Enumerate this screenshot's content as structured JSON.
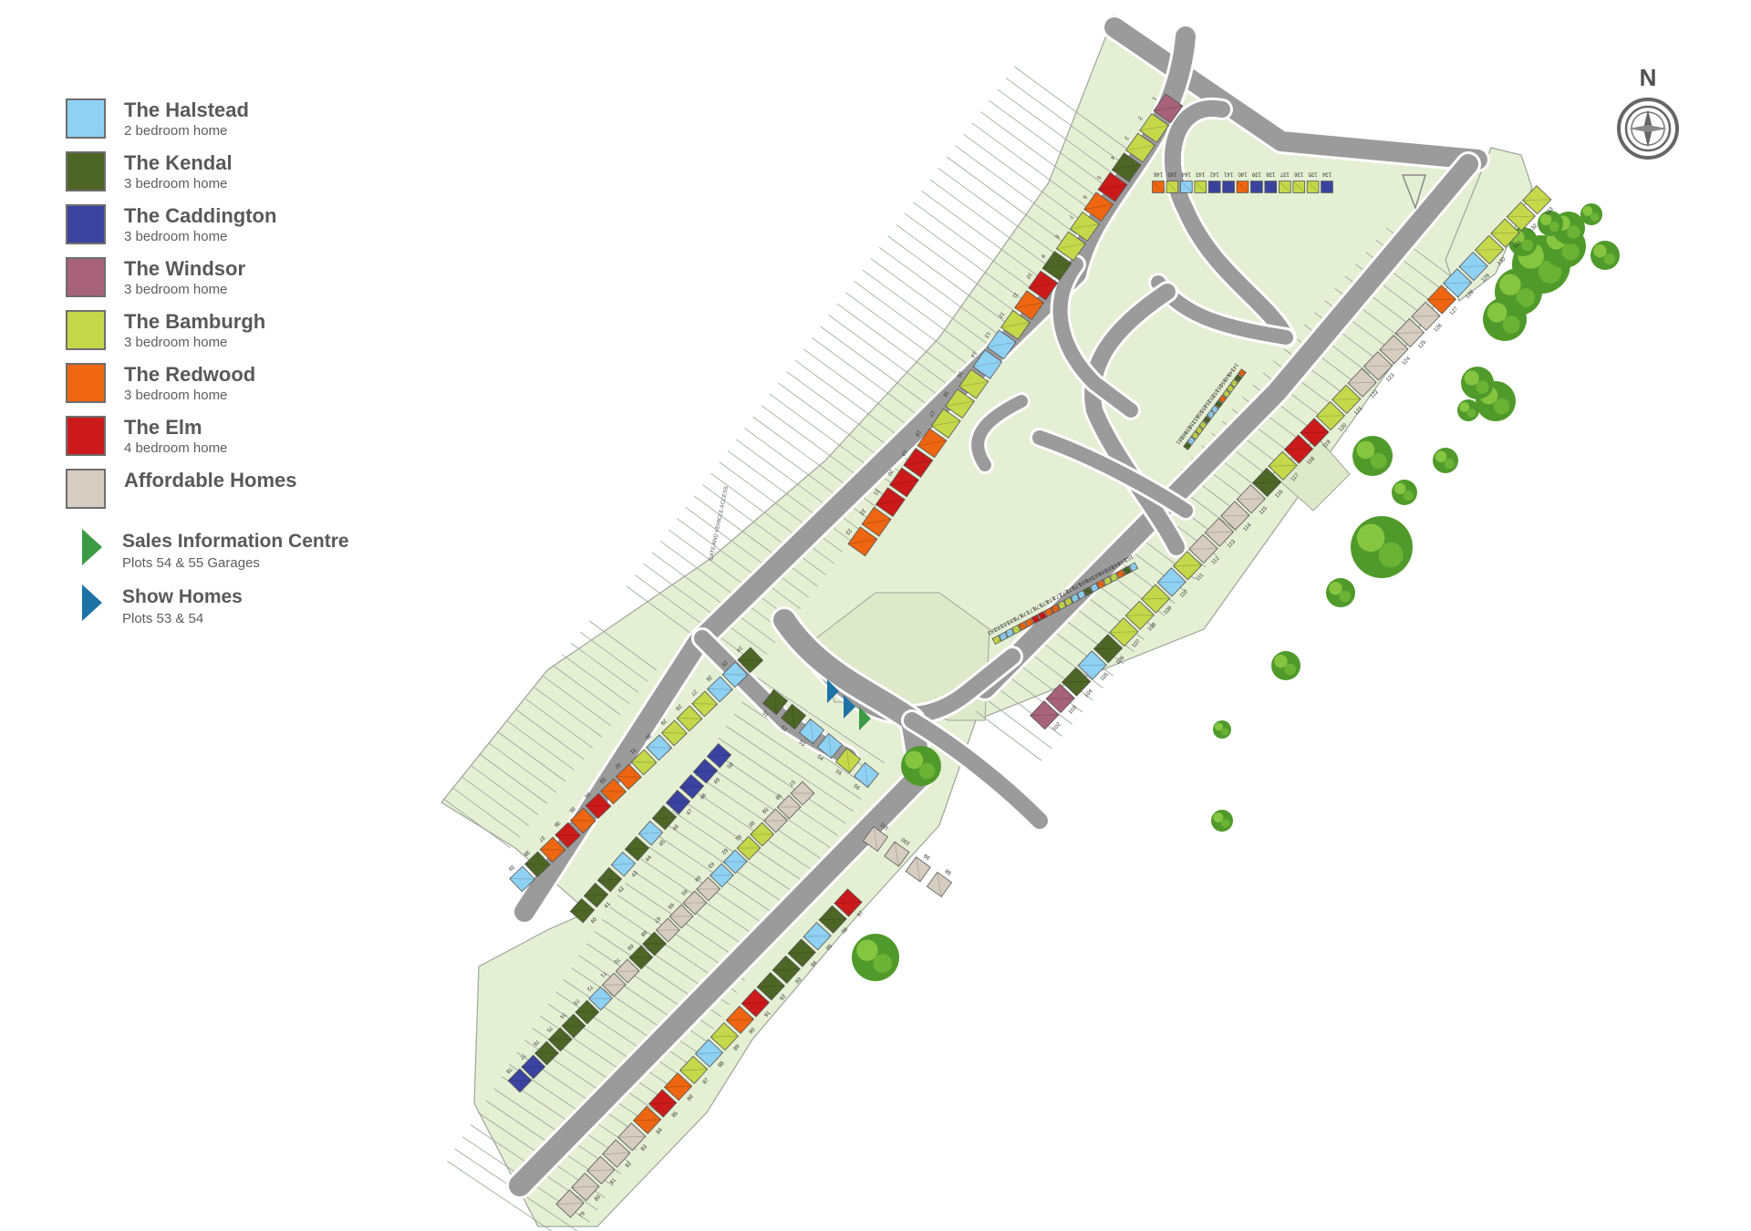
{
  "legend": [
    {
      "name": "The Halstead",
      "desc": "2 bedroom home",
      "color": "#8fd1f3"
    },
    {
      "name": "The Kendal",
      "desc": "3 bedroom home",
      "color": "#4e6625"
    },
    {
      "name": "The Caddington",
      "desc": "3 bedroom home",
      "color": "#3a44a0"
    },
    {
      "name": "The Windsor",
      "desc": "3 bedroom home",
      "color": "#a8627a"
    },
    {
      "name": "The Bamburgh",
      "desc": "3 bedroom home",
      "color": "#c4d84a"
    },
    {
      "name": "The Redwood",
      "desc": "3 bedroom home",
      "color": "#ee6611"
    },
    {
      "name": "The Elm",
      "desc": "4 bedroom home",
      "color": "#cc1a1a"
    },
    {
      "name": "Affordable Homes",
      "desc": "",
      "color": "#d6ccc0"
    }
  ],
  "markers": {
    "sales": {
      "title": "Sales Information Centre",
      "subtitle": "Plots 54 & 55 Garages",
      "color": "#3c9a45"
    },
    "show": {
      "title": "Show Homes",
      "subtitle": "Plots 53 & 54",
      "color": "#1d73a6"
    }
  },
  "compass": {
    "label": "N"
  },
  "site_labels": {
    "gate": "GATE AND VEHICLE ACCESS"
  },
  "colors": {
    "land": "#e4efd4",
    "road": "#9b9b9b",
    "road_edge": "#ffffff",
    "tree": "#4f9a2a",
    "tree_light": "#86c540",
    "outline": "#9aa79a"
  },
  "plots": [
    {
      "n": "1",
      "t": "windsor"
    },
    {
      "n": "2",
      "t": "bamburgh"
    },
    {
      "n": "3",
      "t": "bamburgh"
    },
    {
      "n": "4",
      "t": "kendal"
    },
    {
      "n": "5",
      "t": "elm"
    },
    {
      "n": "6",
      "t": "redwood"
    },
    {
      "n": "7",
      "t": "bamburgh"
    },
    {
      "n": "8",
      "t": "bamburgh"
    },
    {
      "n": "9",
      "t": "kendal"
    },
    {
      "n": "10",
      "t": "elm"
    },
    {
      "n": "11",
      "t": "redwood"
    },
    {
      "n": "12",
      "t": "bamburgh"
    },
    {
      "n": "13",
      "t": "halstead"
    },
    {
      "n": "14",
      "t": "halstead"
    },
    {
      "n": "15",
      "t": "bamburgh"
    },
    {
      "n": "16",
      "t": "bamburgh"
    },
    {
      "n": "17",
      "t": "bamburgh"
    },
    {
      "n": "18",
      "t": "redwood"
    },
    {
      "n": "19",
      "t": "elm"
    },
    {
      "n": "20",
      "t": "elm"
    },
    {
      "n": "21",
      "t": "elm"
    },
    {
      "n": "22",
      "t": "redwood"
    },
    {
      "n": "23",
      "t": "redwood"
    },
    {
      "n": "24",
      "t": "kendal"
    },
    {
      "n": "25",
      "t": "halstead"
    },
    {
      "n": "26",
      "t": "halstead"
    },
    {
      "n": "27",
      "t": "bamburgh"
    },
    {
      "n": "28",
      "t": "bamburgh"
    },
    {
      "n": "29",
      "t": "bamburgh"
    },
    {
      "n": "30",
      "t": "halstead"
    },
    {
      "n": "31",
      "t": "bamburgh"
    },
    {
      "n": "32",
      "t": "redwood"
    },
    {
      "n": "33",
      "t": "redwood"
    },
    {
      "n": "34",
      "t": "elm"
    },
    {
      "n": "35",
      "t": "redwood"
    },
    {
      "n": "36",
      "t": "elm"
    },
    {
      "n": "37",
      "t": "redwood"
    },
    {
      "n": "38",
      "t": "kendal"
    },
    {
      "n": "39",
      "t": "halstead"
    },
    {
      "n": "40",
      "t": "kendal"
    },
    {
      "n": "41",
      "t": "kendal"
    },
    {
      "n": "42",
      "t": "kendal"
    },
    {
      "n": "43",
      "t": "halstead"
    },
    {
      "n": "44",
      "t": "kendal"
    },
    {
      "n": "45",
      "t": "halstead"
    },
    {
      "n": "46",
      "t": "kendal"
    },
    {
      "n": "47",
      "t": "caddington"
    },
    {
      "n": "48",
      "t": "caddington"
    },
    {
      "n": "49",
      "t": "caddington"
    },
    {
      "n": "50",
      "t": "caddington"
    },
    {
      "n": "51",
      "t": "kendal"
    },
    {
      "n": "52",
      "t": "kendal"
    },
    {
      "n": "53",
      "t": "halstead"
    },
    {
      "n": "54",
      "t": "halstead"
    },
    {
      "n": "55",
      "t": "bamburgh"
    },
    {
      "n": "56",
      "t": "halstead"
    },
    {
      "n": "57",
      "t": "affordable"
    },
    {
      "n": "58",
      "t": "affordable"
    },
    {
      "n": "59",
      "t": "affordable"
    },
    {
      "n": "60",
      "t": "bamburgh"
    },
    {
      "n": "61",
      "t": "bamburgh"
    },
    {
      "n": "62",
      "t": "halstead"
    },
    {
      "n": "63",
      "t": "halstead"
    },
    {
      "n": "64",
      "t": "affordable"
    },
    {
      "n": "65",
      "t": "affordable"
    },
    {
      "n": "66",
      "t": "affordable"
    },
    {
      "n": "67",
      "t": "affordable"
    },
    {
      "n": "68",
      "t": "kendal"
    },
    {
      "n": "69",
      "t": "kendal"
    },
    {
      "n": "70",
      "t": "affordable"
    },
    {
      "n": "71",
      "t": "affordable"
    },
    {
      "n": "72",
      "t": "halstead"
    },
    {
      "n": "73",
      "t": "kendal"
    },
    {
      "n": "74",
      "t": "kendal"
    },
    {
      "n": "75",
      "t": "kendal"
    },
    {
      "n": "76",
      "t": "kendal"
    },
    {
      "n": "77",
      "t": "caddington"
    },
    {
      "n": "78",
      "t": "caddington"
    },
    {
      "n": "79",
      "t": "affordable"
    },
    {
      "n": "80",
      "t": "affordable"
    },
    {
      "n": "81",
      "t": "affordable"
    },
    {
      "n": "82",
      "t": "affordable"
    },
    {
      "n": "83",
      "t": "affordable"
    },
    {
      "n": "84",
      "t": "redwood"
    },
    {
      "n": "85",
      "t": "elm"
    },
    {
      "n": "86",
      "t": "redwood"
    },
    {
      "n": "87",
      "t": "bamburgh"
    },
    {
      "n": "88",
      "t": "halstead"
    },
    {
      "n": "89",
      "t": "bamburgh"
    },
    {
      "n": "90",
      "t": "redwood"
    },
    {
      "n": "91",
      "t": "elm"
    },
    {
      "n": "92",
      "t": "kendal"
    },
    {
      "n": "93",
      "t": "kendal"
    },
    {
      "n": "94",
      "t": "kendal"
    },
    {
      "n": "95",
      "t": "halstead"
    },
    {
      "n": "96",
      "t": "kendal"
    },
    {
      "n": "97",
      "t": "elm"
    },
    {
      "n": "98",
      "t": "affordable"
    },
    {
      "n": "99",
      "t": "affordable"
    },
    {
      "n": "100",
      "t": "affordable"
    },
    {
      "n": "101",
      "t": "affordable"
    },
    {
      "n": "102",
      "t": "windsor"
    },
    {
      "n": "103",
      "t": "windsor"
    },
    {
      "n": "104",
      "t": "kendal"
    },
    {
      "n": "105",
      "t": "halstead"
    },
    {
      "n": "106",
      "t": "kendal"
    },
    {
      "n": "107",
      "t": "bamburgh"
    },
    {
      "n": "108",
      "t": "bamburgh"
    },
    {
      "n": "109",
      "t": "bamburgh"
    },
    {
      "n": "110",
      "t": "halstead"
    },
    {
      "n": "111",
      "t": "bamburgh"
    },
    {
      "n": "112",
      "t": "affordable"
    },
    {
      "n": "113",
      "t": "affordable"
    },
    {
      "n": "114",
      "t": "affordable"
    },
    {
      "n": "115",
      "t": "affordable"
    },
    {
      "n": "116",
      "t": "kendal"
    },
    {
      "n": "117",
      "t": "bamburgh"
    },
    {
      "n": "118",
      "t": "elm"
    },
    {
      "n": "119",
      "t": "elm"
    },
    {
      "n": "120",
      "t": "bamburgh"
    },
    {
      "n": "121",
      "t": "bamburgh"
    },
    {
      "n": "122",
      "t": "affordable"
    },
    {
      "n": "123",
      "t": "affordable"
    },
    {
      "n": "124",
      "t": "affordable"
    },
    {
      "n": "125",
      "t": "affordable"
    },
    {
      "n": "126",
      "t": "affordable"
    },
    {
      "n": "127",
      "t": "redwood"
    },
    {
      "n": "128",
      "t": "halstead"
    },
    {
      "n": "129",
      "t": "halstead"
    },
    {
      "n": "130",
      "t": "bamburgh"
    },
    {
      "n": "131",
      "t": "bamburgh"
    },
    {
      "n": "132",
      "t": "bamburgh"
    },
    {
      "n": "133",
      "t": "bamburgh"
    },
    {
      "n": "134",
      "t": "caddington"
    },
    {
      "n": "135",
      "t": "bamburgh"
    },
    {
      "n": "136",
      "t": "bamburgh"
    },
    {
      "n": "137",
      "t": "bamburgh"
    },
    {
      "n": "138",
      "t": "caddington"
    },
    {
      "n": "139",
      "t": "caddington"
    },
    {
      "n": "140",
      "t": "redwood"
    },
    {
      "n": "141",
      "t": "caddington"
    },
    {
      "n": "142",
      "t": "caddington"
    },
    {
      "n": "143",
      "t": "bamburgh"
    },
    {
      "n": "144",
      "t": "halstead"
    },
    {
      "n": "145",
      "t": "bamburgh"
    },
    {
      "n": "146",
      "t": "redwood"
    },
    {
      "n": "147",
      "t": "redwood"
    },
    {
      "n": "148",
      "t": "kendal"
    },
    {
      "n": "149",
      "t": "bamburgh"
    },
    {
      "n": "150",
      "t": "bamburgh"
    },
    {
      "n": "151",
      "t": "bamburgh"
    },
    {
      "n": "152",
      "t": "redwood"
    },
    {
      "n": "153",
      "t": "kendal"
    },
    {
      "n": "154",
      "t": "halstead"
    },
    {
      "n": "155",
      "t": "halstead"
    },
    {
      "n": "156",
      "t": "kendal"
    },
    {
      "n": "157",
      "t": "bamburgh"
    },
    {
      "n": "158",
      "t": "bamburgh"
    },
    {
      "n": "159",
      "t": "bamburgh"
    },
    {
      "n": "160",
      "t": "halstead"
    },
    {
      "n": "161",
      "t": "kendal"
    },
    {
      "n": "162",
      "t": "halstead"
    },
    {
      "n": "163",
      "t": "kendal"
    },
    {
      "n": "164",
      "t": "redwood"
    },
    {
      "n": "165",
      "t": "bamburgh"
    },
    {
      "n": "166",
      "t": "bamburgh"
    },
    {
      "n": "167",
      "t": "redwood"
    },
    {
      "n": "168",
      "t": "halstead"
    },
    {
      "n": "169",
      "t": "kendal"
    },
    {
      "n": "170",
      "t": "halstead"
    },
    {
      "n": "171",
      "t": "halstead"
    },
    {
      "n": "172",
      "t": "bamburgh"
    },
    {
      "n": "173",
      "t": "bamburgh"
    },
    {
      "n": "174",
      "t": "redwood"
    },
    {
      "n": "175",
      "t": "redwood"
    },
    {
      "n": "176",
      "t": "elm"
    },
    {
      "n": "177",
      "t": "elm"
    },
    {
      "n": "178",
      "t": "redwood"
    },
    {
      "n": "179",
      "t": "redwood"
    },
    {
      "n": "180",
      "t": "bamburgh"
    },
    {
      "n": "181",
      "t": "halstead"
    },
    {
      "n": "182",
      "t": "halstead"
    },
    {
      "n": "183",
      "t": "bamburgh"
    }
  ]
}
